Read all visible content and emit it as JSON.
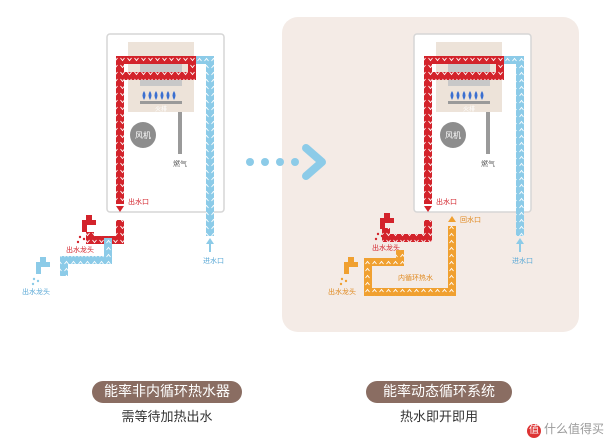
{
  "left_panel": {
    "fire_label": "火排",
    "fan_label": "风机",
    "gas_label": "燃气",
    "outlet_label": "出水口",
    "inlet_label": "进水口",
    "tap_hot_label": "出水龙头",
    "tap_cold_label": "出水龙头",
    "caption_title": "能率非内循环热水器",
    "caption_sub": "需等待加热出水"
  },
  "right_panel": {
    "fire_label": "火排",
    "fan_label": "风机",
    "gas_label": "燃气",
    "outlet_label": "出水口",
    "return_label": "回水口",
    "inlet_label": "进水口",
    "tap_hot_label": "出水龙头",
    "tap_cold_label": "出水龙头",
    "loop_label": "内循环热水",
    "caption_title": "能率动态循环系统",
    "caption_sub": "热水即开即用"
  },
  "watermark": "值 什么值得买",
  "colors": {
    "hot": "#d3232b",
    "cold": "#8ccbe8",
    "loop": "#f0a030",
    "arrow": "#8ccbe8",
    "panel_bg": "#f4ebe6",
    "caption_pill": "#8a6d62"
  }
}
